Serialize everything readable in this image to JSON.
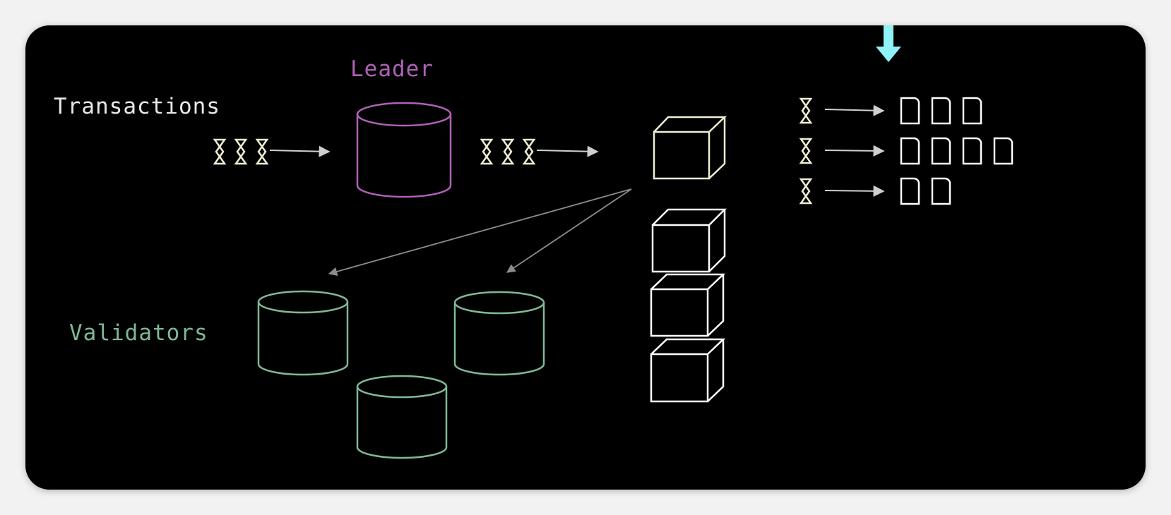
{
  "labels": {
    "transactions": "Transactions",
    "leader": "Leader",
    "validators": "Validators"
  },
  "colors": {
    "background": "#000000",
    "page": "#f2f2f2",
    "leader": "#b061b8",
    "validators": "#7fb896",
    "blocks": "#f0edd6",
    "text": "#e8e8e8",
    "arrows": "#cfcfcf",
    "gossip_arrows": "#8c8c8c",
    "pointer": "#8ff2f7"
  },
  "icons": {
    "transaction": "hourglass-icon",
    "block": "cube-icon",
    "shard": "rounded-rect-icon",
    "node": "cylinder-icon",
    "pointer": "down-arrow-icon"
  },
  "blocks": {
    "incoming_transactions_count": 3,
    "forwarded_transactions_count": 3,
    "chain_length": 3,
    "validator_count": 3,
    "stream_rows": [
      3,
      4,
      2
    ]
  }
}
